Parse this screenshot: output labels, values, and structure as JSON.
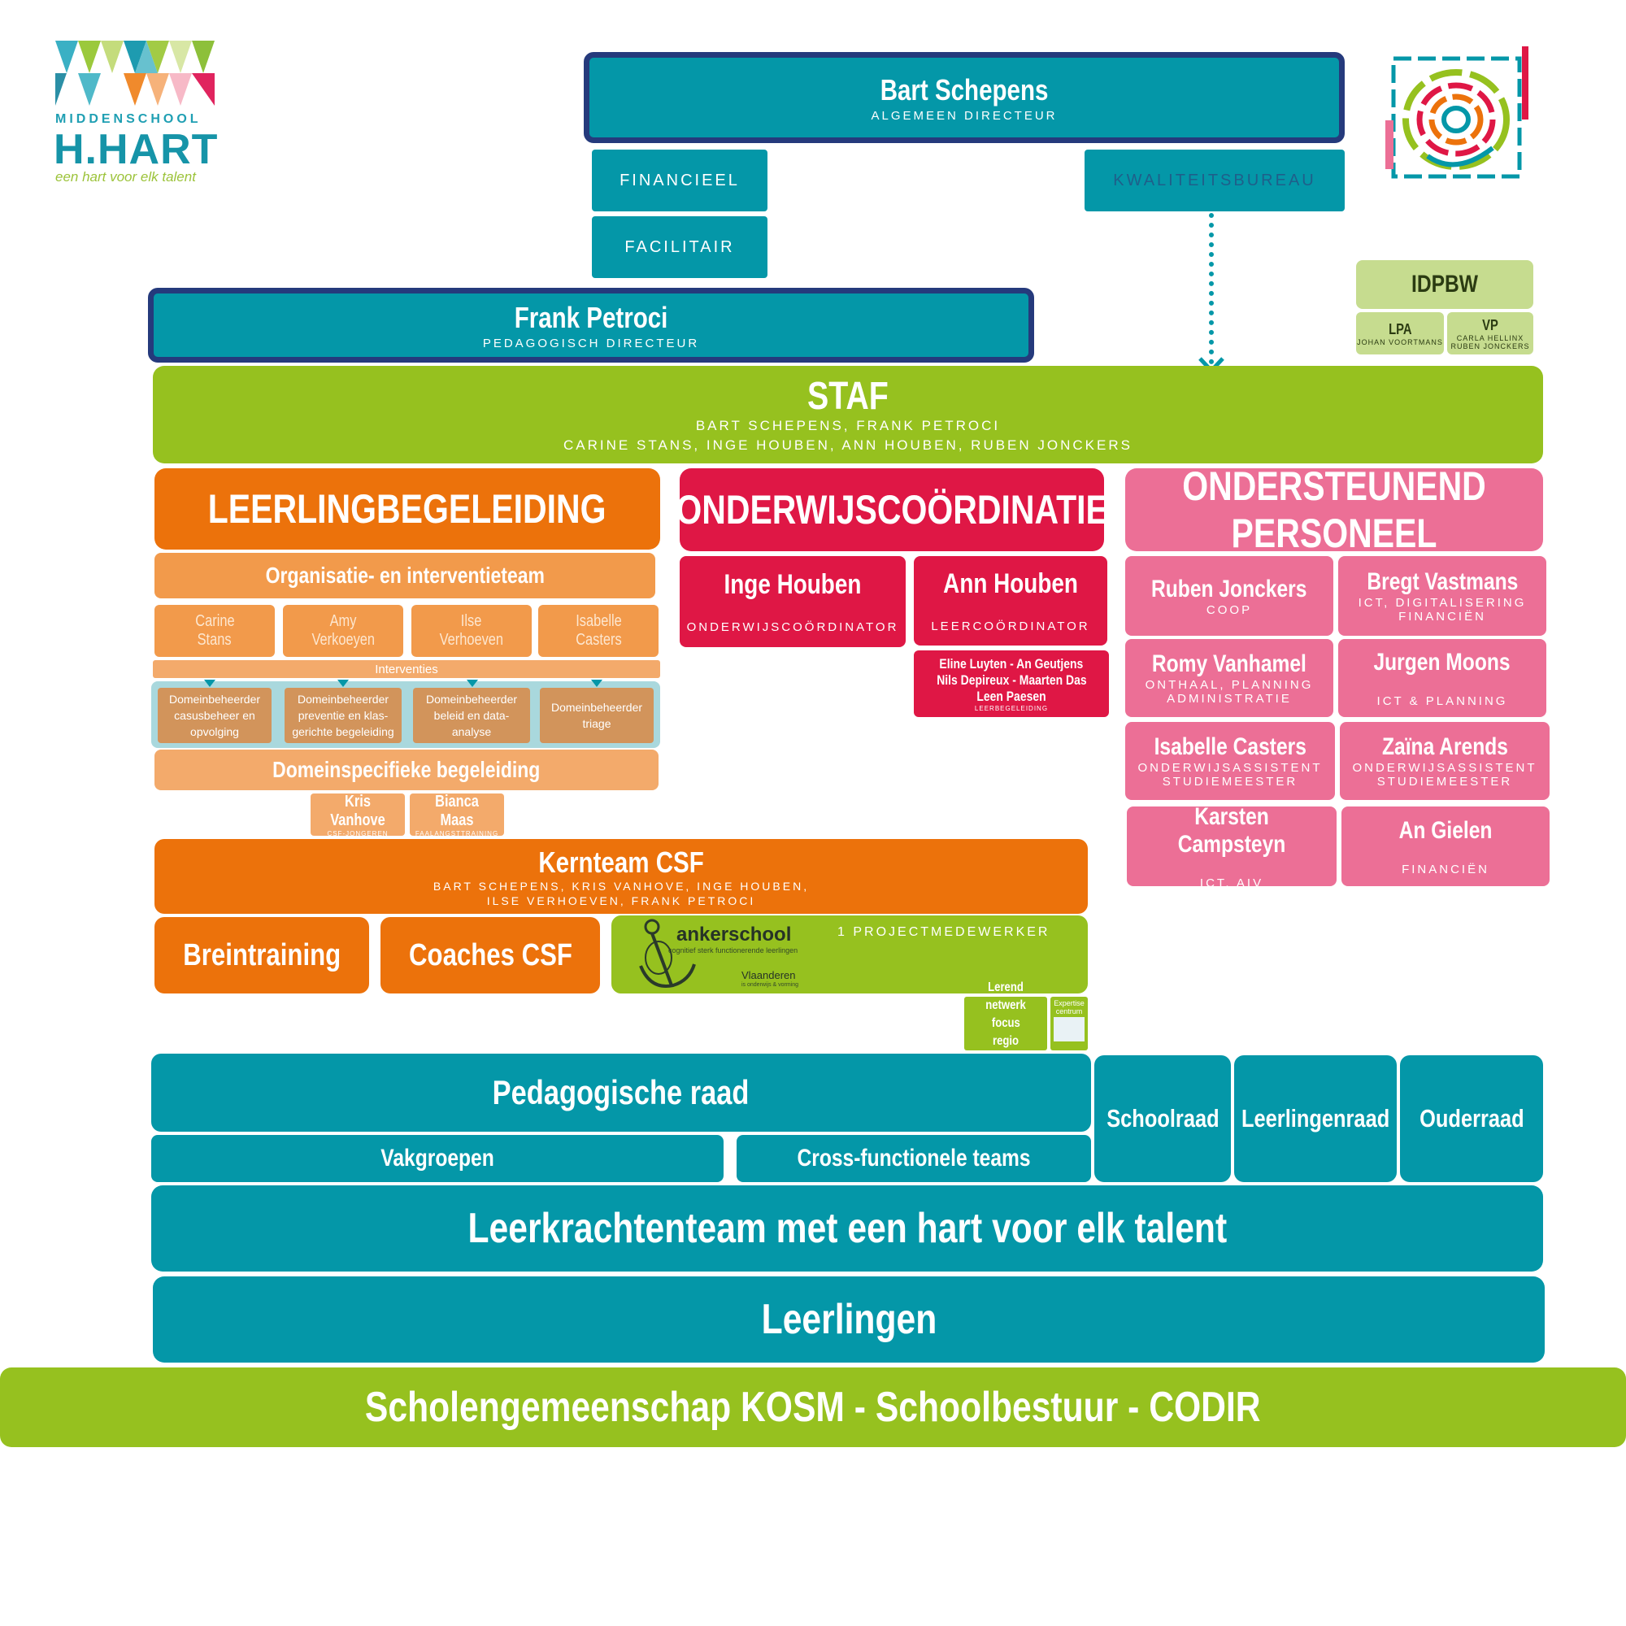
{
  "logo": {
    "school_label": "MIDDENSCHOOL",
    "name": "H.HART",
    "tagline": "een hart voor elk talent"
  },
  "top_director": {
    "name": "Bart Schepens",
    "role": "ALGEMEEN DIRECTEUR"
  },
  "financieel": "FINANCIEEL",
  "facilitair": "FACILITAIR",
  "kwaliteitsbureau": "KWALITEITSBUREAU",
  "idpbw": {
    "title": "IDPBW",
    "lpa_title": "LPA",
    "lpa_name": "JOHAN VOORTMANS",
    "vp_title": "VP",
    "vp_name_1": "CARLA HELLINX",
    "vp_name_2": "RUBEN JONCKERS"
  },
  "ped_director": {
    "name": "Frank Petroci",
    "role": "PEDAGOGISCH DIRECTEUR"
  },
  "staf": {
    "title": "STAF",
    "line1": "BART SCHEPENS, FRANK PETROCI",
    "line2": "CARINE STANS, INGE HOUBEN, ANN HOUBEN, RUBEN JONCKERS"
  },
  "leerlingbegeleiding": {
    "title": "LEERLINGBEGELEIDING",
    "team_title": "Organisatie- en interventieteam",
    "members": [
      {
        "line1": "Carine",
        "line2": "Stans"
      },
      {
        "line1": "Amy",
        "line2": "Verkoeyen"
      },
      {
        "line1": "Ilse",
        "line2": "Verhoeven"
      },
      {
        "line1": "Isabelle",
        "line2": "Casters"
      }
    ],
    "interventies": "Interventies",
    "domains": [
      {
        "line1": "Domeinbeheerder",
        "line2": "casusbeheer en",
        "line3": "opvolging"
      },
      {
        "line1": "Domeinbeheerder",
        "line2": "preventie en klas-",
        "line3": "gerichte begeleiding"
      },
      {
        "line1": "Domeinbeheerder",
        "line2": "beleid en data-",
        "line3": "analyse"
      },
      {
        "line1": "Domeinbeheerder",
        "line2": "triage",
        "line3": ""
      }
    ],
    "domeinspecifiek": "Domeinspecifieke begeleiding",
    "kris": {
      "name": "Kris Vanhove",
      "role": "CSF-JONGEREN"
    },
    "bianca": {
      "name": "Bianca Maas",
      "role": "FAALANGSTTRAINING"
    }
  },
  "onderwijscoordinatie": {
    "title": "ONDERWIJSCOÖRDINATIE",
    "inge": {
      "name": "Inge Houben",
      "role": "ONDERWIJSCOÖRDINATOR"
    },
    "ann": {
      "name": "Ann Houben",
      "role": "LEERCOÖRDINATOR"
    },
    "team_line1": "Eline Luyten -  An Geutjens",
    "team_line2": "Nils Depireux - Maarten Das",
    "team_line3": "Leen Paesen",
    "team_role": "LEERBEGELEIDING"
  },
  "ondersteunend": {
    "title": "ONDERSTEUNEND PERSONEEL",
    "people": [
      {
        "name": "Ruben Jonckers",
        "role1": "COOP",
        "role2": ""
      },
      {
        "name": "Bregt Vastmans",
        "role1": "ICT, DIGITALISERING",
        "role2": "FINANCIËN"
      },
      {
        "name": "Romy  Vanhamel",
        "role1": "ONTHAAL, PLANNING",
        "role2": "ADMINISTRATIE"
      },
      {
        "name": "Jurgen Moons",
        "role1": "",
        "role2": "ICT & PLANNING"
      },
      {
        "name": "Isabelle Casters",
        "role1": "ONDERWIJSASSISTENT",
        "role2": "STUDIEMEESTER"
      },
      {
        "name": "Zaïna Arends",
        "role1": "ONDERWIJSASSISTENT",
        "role2": "STUDIEMEESTER"
      },
      {
        "name": "Karsten Campsteyn",
        "role1": "",
        "role2": "ICT, AIV"
      },
      {
        "name": "An Gielen",
        "role1": "",
        "role2": "FINANCIËN"
      }
    ]
  },
  "kernteam": {
    "title": "Kernteam CSF",
    "line1": "BART SCHEPENS, KRIS VANHOVE, INGE HOUBEN,",
    "line2": "ILSE VERHOEVEN, FRANK PETROCI"
  },
  "breintraining": "Breintraining",
  "coaches": "Coaches CSF",
  "ankerschool": {
    "name": "ankerschool",
    "tagline": "cognitief sterk functionerende leerlingen",
    "vlaanderen": "Vlaanderen",
    "vlaanderen_sub": "is onderwijs & vorming",
    "project": "1 PROJECTMEDEWERKER"
  },
  "lerend_netwerk": {
    "line1": "Lerend netwerk",
    "line2": "focus",
    "line3": "regio Limburg"
  },
  "expertise": {
    "line1": "Expertise",
    "line2": "centrum"
  },
  "pedagogische_raad": "Pedagogische raad",
  "vakgroepen": "Vakgroepen",
  "cross_functionele": "Cross-functionele teams",
  "schoolraad": "Schoolraad",
  "leerlingenraad": "Leerlingenraad",
  "ouderraad": "Ouderraad",
  "leerkrachtenteam": "Leerkrachtenteam met een hart voor elk talent",
  "leerlingen": "Leerlingen",
  "scholengemeenschap": "Scholengemeenschap KOSM - Schoolbestuur - CODIR",
  "colors": {
    "teal": "#0497a8",
    "green": "#96c11f",
    "orange": "#ec720b",
    "red": "#df1745",
    "pink": "#ec6f96",
    "navy": "#253a7c"
  }
}
